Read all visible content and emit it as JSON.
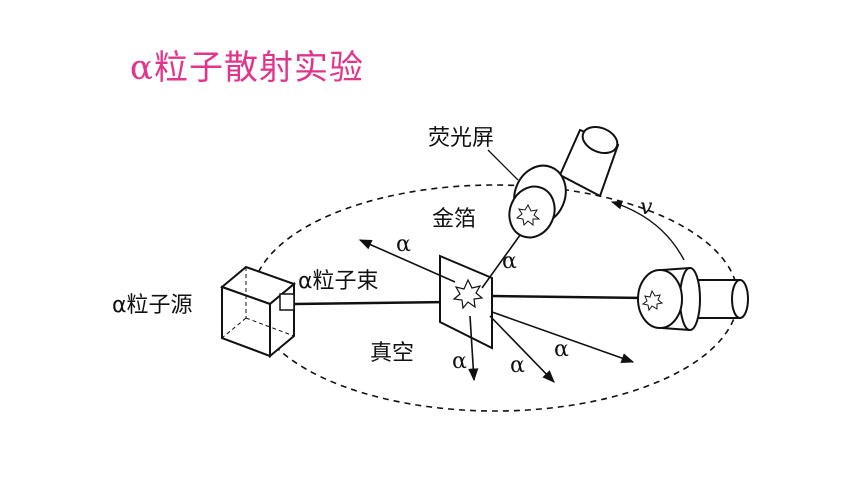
{
  "title": "α粒子散射实验",
  "diagram": {
    "labels": {
      "fluorescent_screen": "荧光屏",
      "gold_foil": "金箔",
      "alpha_source": "α粒子源",
      "alpha_beam": "α粒子束",
      "vacuum": "真空",
      "velocity": "v",
      "alpha": "α"
    }
  }
}
